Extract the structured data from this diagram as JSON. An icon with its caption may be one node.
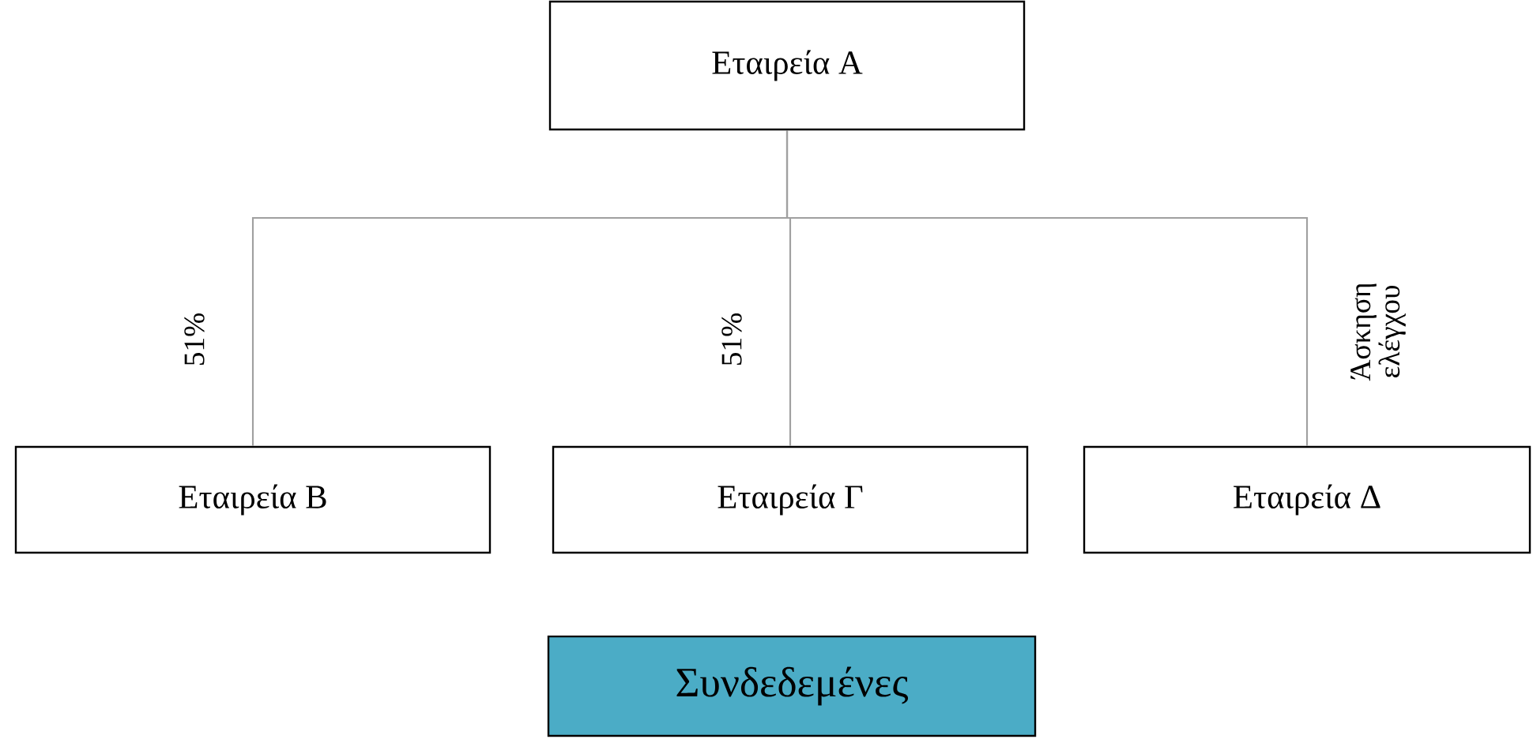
{
  "diagram": {
    "nodes": [
      {
        "text": [
          "Εταιρεία A"
        ]
      },
      {
        "text": [
          "Εταιρεία B"
        ]
      },
      {
        "text": [
          "Εταιρεία Γ"
        ]
      },
      {
        "text": [
          "Εταιρεία Δ"
        ]
      },
      {
        "text": [
          "Συνδεδεμένες"
        ]
      }
    ],
    "edges": [
      {
        "from": 0,
        "to": 1,
        "arrow": "none",
        "label": "51%"
      },
      {
        "from": 0,
        "to": 2,
        "arrow": "none",
        "label": "51%"
      },
      {
        "from": 0,
        "to": 3,
        "arrow": "none",
        "label": "Άσκηση ελέγχου"
      }
    ]
  }
}
